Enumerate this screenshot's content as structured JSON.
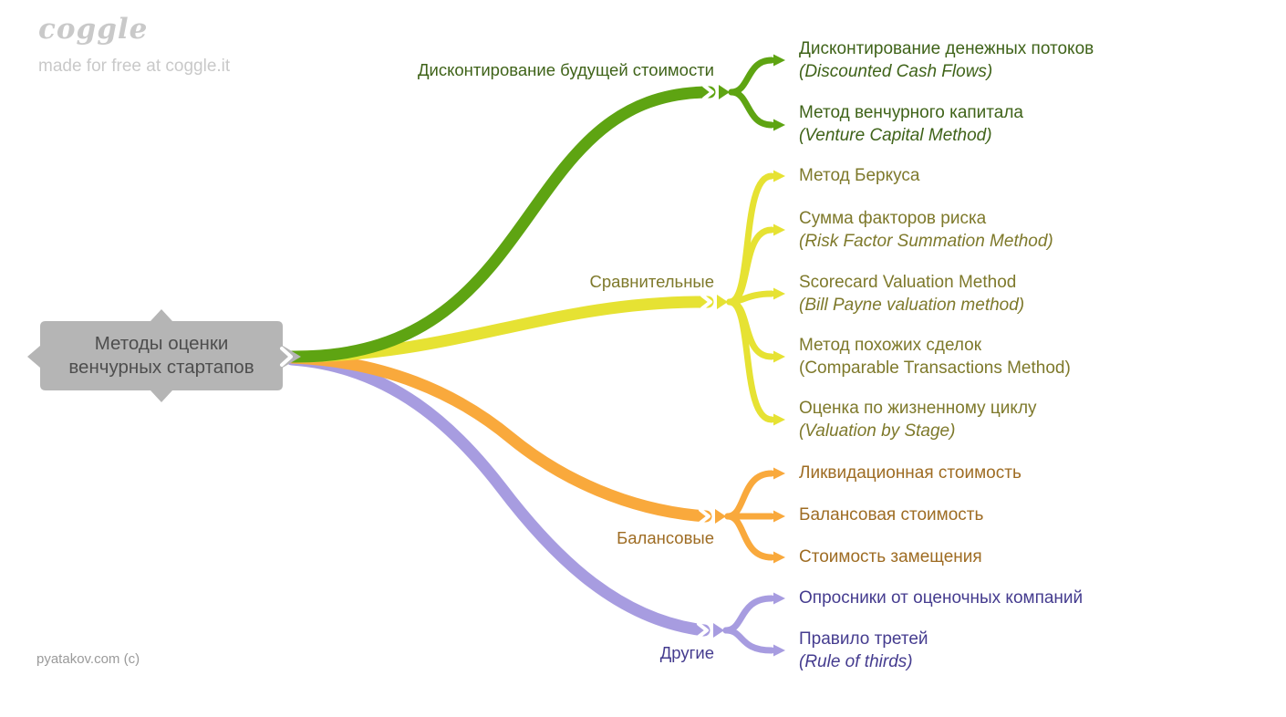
{
  "watermark": {
    "logo": "coggle",
    "tagline": "made for free at coggle.it"
  },
  "credit": "pyatakov.com (c)",
  "root": {
    "line1": "Методы оценки",
    "line2": "венчурных стартапов",
    "box_color": "#b5b5b5",
    "text_color": "#4e4e4e"
  },
  "branches": [
    {
      "label": "Дисконтирование будущей стоимости",
      "color": "#5ea412",
      "text_color": "#3f6319",
      "children": [
        {
          "line1": "Дисконтирование денежных потоков",
          "line2": "(Discounted Cash Flows)"
        },
        {
          "line1": "Метод венчурного капитала",
          "line2": "(Venture Capital Method)"
        }
      ]
    },
    {
      "label": "Сравнительные",
      "color": "#e6e233",
      "text_color": "#7e792b",
      "children": [
        {
          "line1": "Метод Беркуса",
          "line2": ""
        },
        {
          "line1": "Сумма факторов риска",
          "line2": "(Risk Factor Summation Method)"
        },
        {
          "line1": "Scorecard Valuation Method",
          "line2": "(Bill Payne valuation method)"
        },
        {
          "line1": "Метод похожих сделок",
          "line2": "(Comparable Transactions Method)"
        },
        {
          "line1": "Оценка по жизненному циклу",
          "line2": "(Valuation by Stage)"
        }
      ]
    },
    {
      "label": "Балансовые",
      "color": "#f9a93c",
      "text_color": "#9e6c23",
      "children": [
        {
          "line1": "Ликвидационная стоимость",
          "line2": ""
        },
        {
          "line1": "Балансовая стоимость",
          "line2": ""
        },
        {
          "line1": "Стоимость замещения",
          "line2": ""
        }
      ]
    },
    {
      "label": "Другие",
      "color": "#a79ce0",
      "text_color": "#453c8f",
      "children": [
        {
          "line1": "Опросники от оценочных компаний",
          "line2": ""
        },
        {
          "line1": "Правило третей",
          "line2": "(Rule of thirds)"
        }
      ]
    }
  ]
}
